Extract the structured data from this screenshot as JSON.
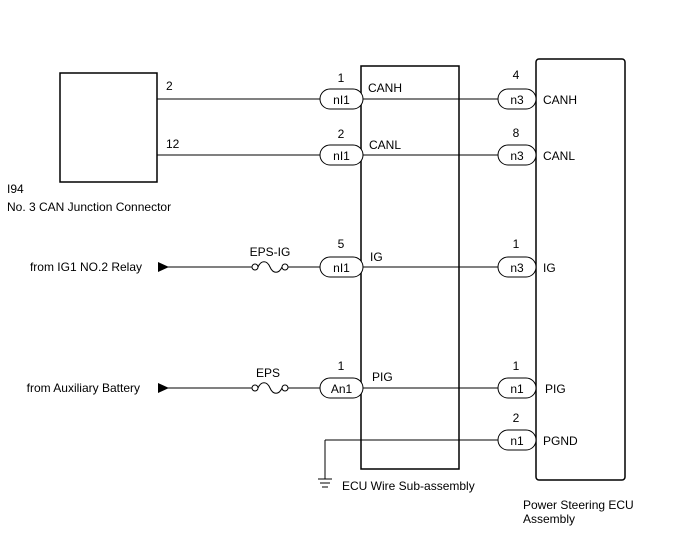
{
  "connector": {
    "id": "I94",
    "name": "No. 3 CAN Junction Connector",
    "pins": [
      "2",
      "12"
    ]
  },
  "ecu_wire": {
    "label": "ECU Wire Sub-assembly",
    "rows": [
      {
        "pin": "1",
        "conn": "nI1",
        "signal": "CANH"
      },
      {
        "pin": "2",
        "conn": "nI1",
        "signal": "CANL"
      },
      {
        "pin": "5",
        "conn": "nI1",
        "signal": "IG"
      },
      {
        "pin": "1",
        "conn": "An1",
        "signal": "PIG"
      }
    ]
  },
  "ps_ecu": {
    "label_line1": "Power Steering ECU",
    "label_line2": "Assembly",
    "rows": [
      {
        "pin": "4",
        "conn": "n3",
        "signal": "CANH"
      },
      {
        "pin": "8",
        "conn": "n3",
        "signal": "CANL"
      },
      {
        "pin": "1",
        "conn": "n3",
        "signal": "IG"
      },
      {
        "pin": "1",
        "conn": "n1",
        "signal": "PIG"
      },
      {
        "pin": "2",
        "conn": "n1",
        "signal": "PGND"
      }
    ]
  },
  "sources": {
    "ig": "from IG1 NO.2 Relay",
    "battery": "from Auxiliary Battery"
  },
  "fuses": {
    "ig": "EPS-IG",
    "battery": "EPS"
  }
}
